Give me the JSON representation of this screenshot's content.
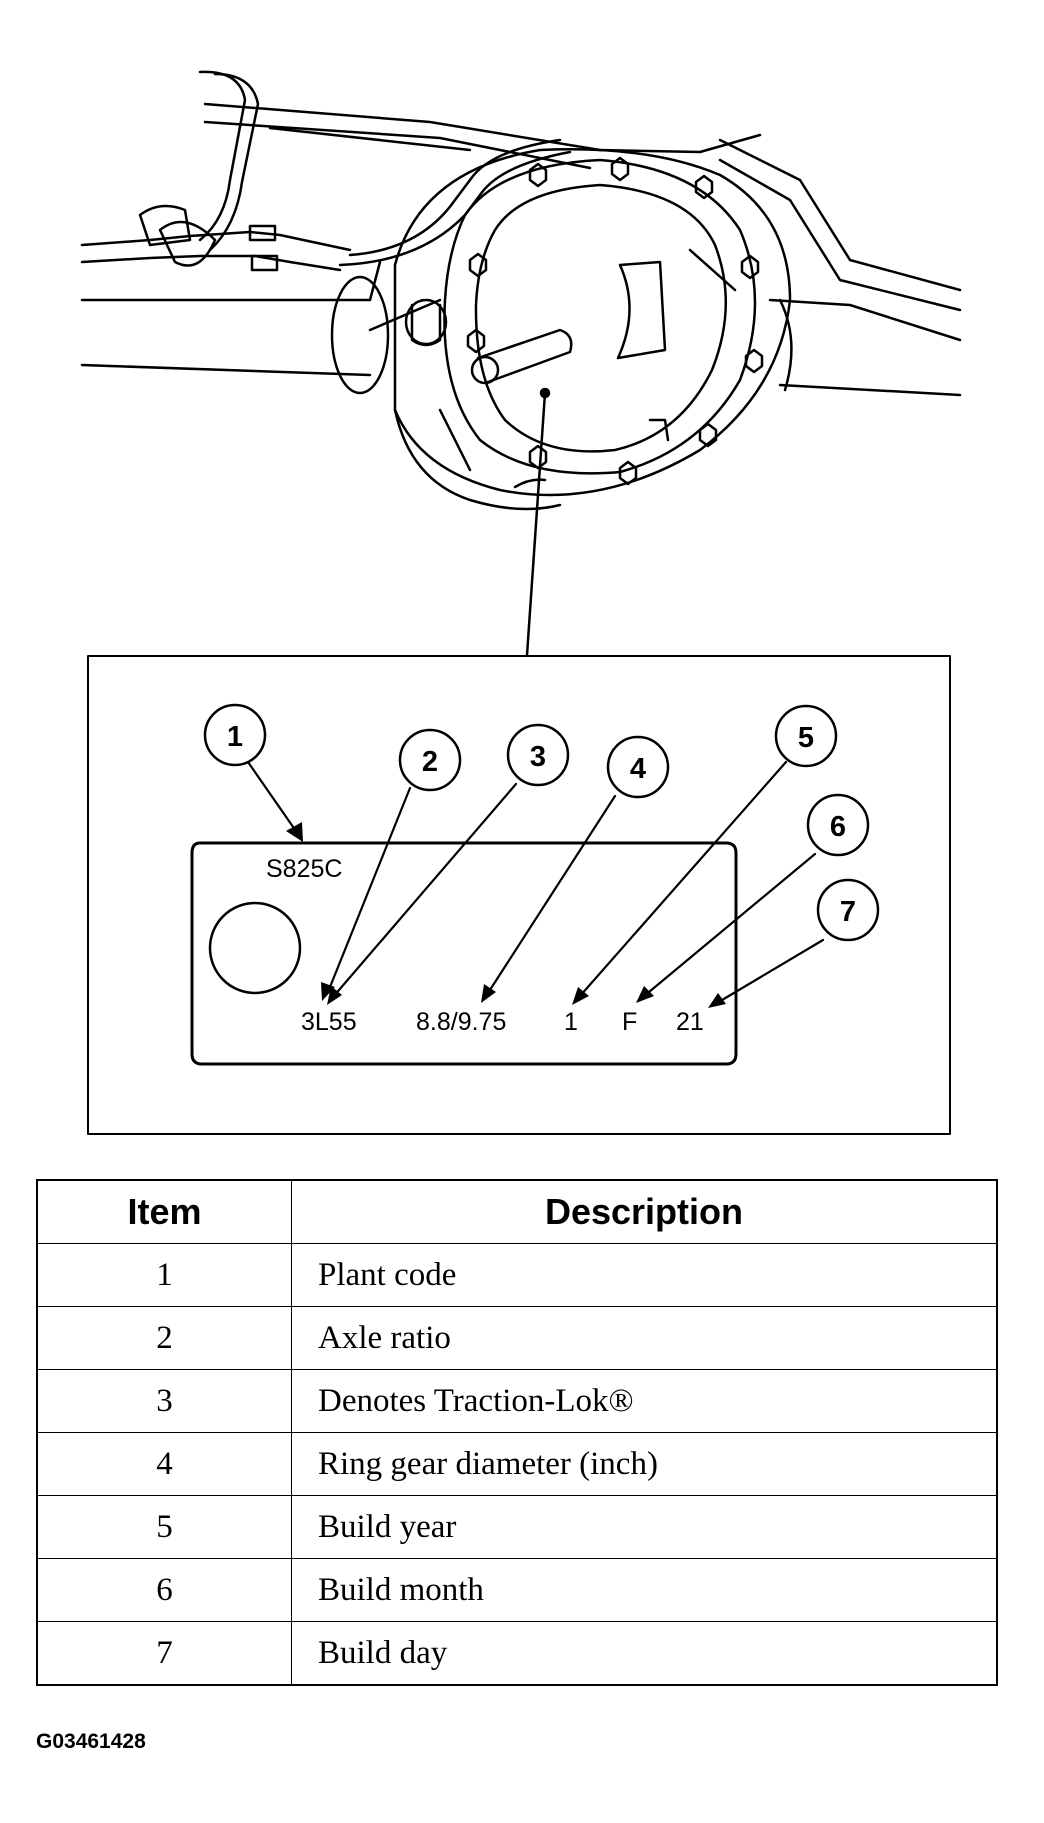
{
  "tag": {
    "plant_code": "S825C",
    "axle_ratio": "3L55",
    "ring_gear": "8.8/9.75",
    "build_year": "1",
    "build_month": "F",
    "build_day": "21"
  },
  "callouts": [
    "1",
    "2",
    "3",
    "4",
    "5",
    "6",
    "7"
  ],
  "table": {
    "headers": {
      "item": "Item",
      "description": "Description"
    },
    "rows": [
      {
        "item": "1",
        "description": "Plant code"
      },
      {
        "item": "2",
        "description": "Axle ratio"
      },
      {
        "item": "3",
        "description": "Denotes Traction-Lok®"
      },
      {
        "item": "4",
        "description": "Ring gear diameter (inch)"
      },
      {
        "item": "5",
        "description": "Build year"
      },
      {
        "item": "6",
        "description": "Build month"
      },
      {
        "item": "7",
        "description": "Build day"
      }
    ]
  },
  "figure_id": "G03461428"
}
